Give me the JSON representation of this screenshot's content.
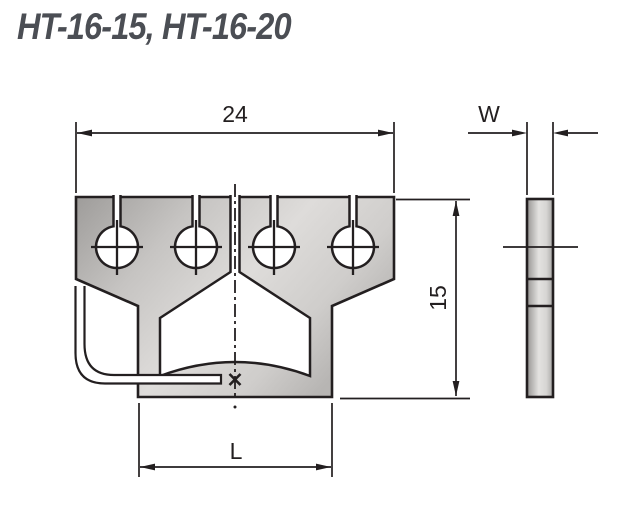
{
  "title": "HT-16-15, HT-16-20",
  "dimensions": {
    "overall_width": "24",
    "overall_height": "15",
    "thickness": "W",
    "base_length": "L"
  },
  "marks": {
    "measure_point": "×"
  },
  "front_view": {
    "hole_count": 4
  },
  "colors": {
    "line": "#231f20",
    "title_text": "#4b4e54",
    "metal_dark": "#9e9c9a",
    "metal_light": "#dedcda",
    "background": "#ffffff"
  }
}
